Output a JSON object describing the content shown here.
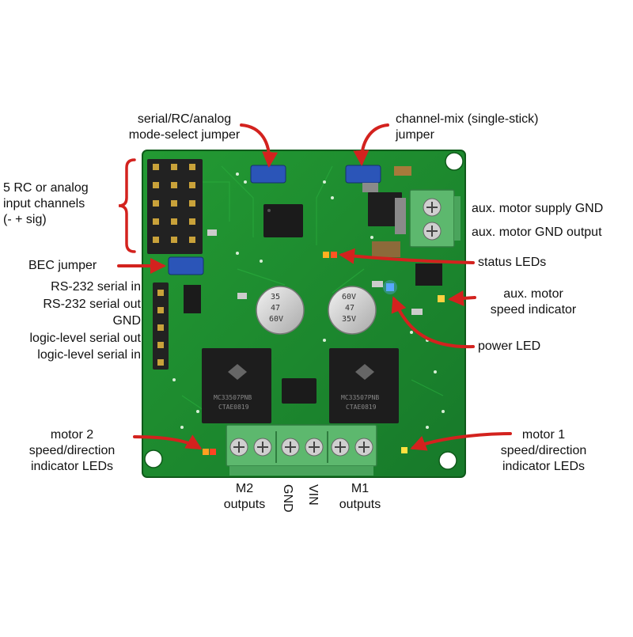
{
  "colors": {
    "board": "#1e8a2c",
    "board_dark": "#146a1f",
    "arrow": "#d3221e",
    "terminal": "#56b86a",
    "jumper": "#2b55b8"
  },
  "labels": {
    "mode_jumper": [
      "serial/RC/analog",
      "mode-select jumper"
    ],
    "channel_mix": [
      "channel-mix (single-stick)",
      "jumper"
    ],
    "rc_channels": [
      "5 RC or analog",
      "input channels",
      "(- + sig)"
    ],
    "aux_supply_gnd": "aux. motor supply GND",
    "aux_gnd_output": "aux. motor GND output",
    "bec_jumper": "BEC jumper",
    "status_leds": "status LEDs",
    "serial_pins": [
      "RS-232 serial in",
      "RS-232 serial out",
      "GND",
      "logic-level serial out",
      "logic-level serial in"
    ],
    "aux_speed": [
      "aux. motor",
      "speed indicator"
    ],
    "power_led": "power LED",
    "motor2_leds": [
      "motor 2",
      "speed/direction",
      "indicator LEDs"
    ],
    "motor1_leds": [
      "motor 1",
      "speed/direction",
      "indicator LEDs"
    ],
    "m2_outputs": [
      "M2",
      "outputs"
    ],
    "gnd": "GND",
    "vin": "VIN",
    "m1_outputs": [
      "M1",
      "outputs"
    ]
  },
  "chip_text": {
    "cap_left": [
      "35",
      "47",
      "60V"
    ],
    "cap_right": [
      "60V",
      "47",
      "35V"
    ],
    "driver_left": [
      "MC33507PNB",
      "CTAE0819"
    ],
    "driver_right": [
      "MC33507PNB",
      "CTAE0819"
    ]
  }
}
